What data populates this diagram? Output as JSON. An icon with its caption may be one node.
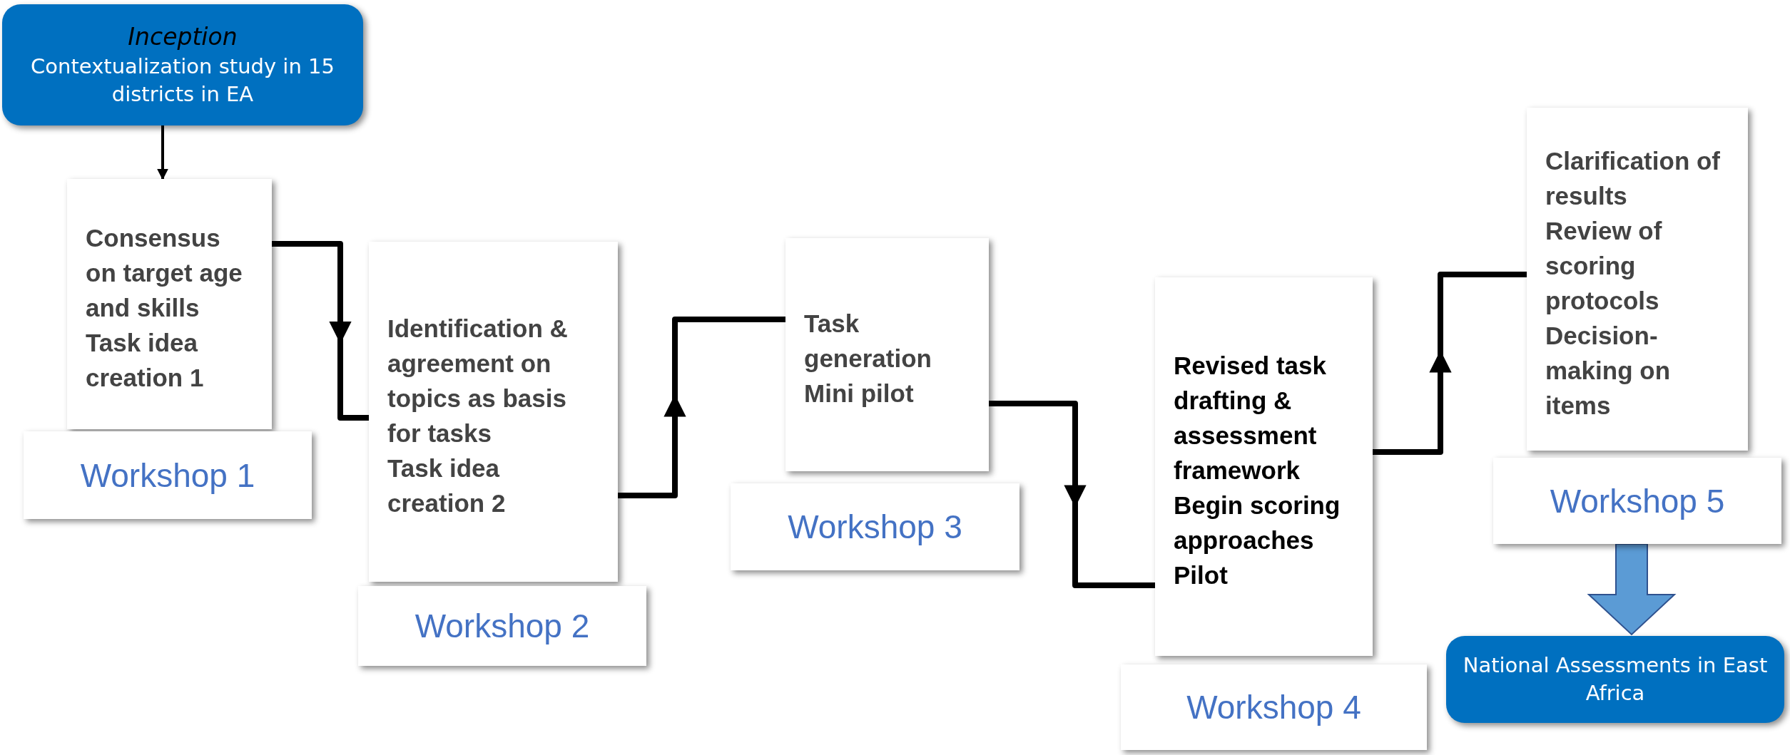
{
  "diagram": {
    "nodes": [
      {
        "text": [
          "Inception",
          "Contextualization study in 15 districts in EA"
        ]
      },
      {
        "text": [
          "Consensus on target age and skills",
          "Task idea creation 1"
        ]
      },
      {
        "text": [
          "Workshop 1"
        ]
      },
      {
        "text": [
          "Identification & agreement on topics as basis for tasks",
          "Task idea creation 2"
        ]
      },
      {
        "text": [
          "Workshop 2"
        ]
      },
      {
        "text": [
          "Task generation",
          "Mini pilot"
        ]
      },
      {
        "text": [
          "Workshop 3"
        ]
      },
      {
        "text": [
          "Revised task drafting & assessment framework",
          "Begin scoring approaches",
          "Pilot"
        ]
      },
      {
        "text": [
          "Workshop 4"
        ]
      },
      {
        "text": [
          "Clarification of results",
          "Review of scoring protocols",
          "Decision-making on items"
        ]
      },
      {
        "text": [
          "Workshop 5"
        ]
      },
      {
        "text": [
          "National Assessments in East Africa"
        ]
      }
    ],
    "edges": [
      {
        "from": 0,
        "to": 1,
        "arrow": "to"
      },
      {
        "from": 1,
        "to": 3,
        "arrow": "to"
      },
      {
        "from": 3,
        "to": 5,
        "arrow": "to"
      },
      {
        "from": 5,
        "to": 7,
        "arrow": "to"
      },
      {
        "from": 7,
        "to": 9,
        "arrow": "to"
      },
      {
        "from": 10,
        "to": 11,
        "arrow": "to",
        "style": "thick",
        "color": "#5b9bd5"
      }
    ]
  }
}
